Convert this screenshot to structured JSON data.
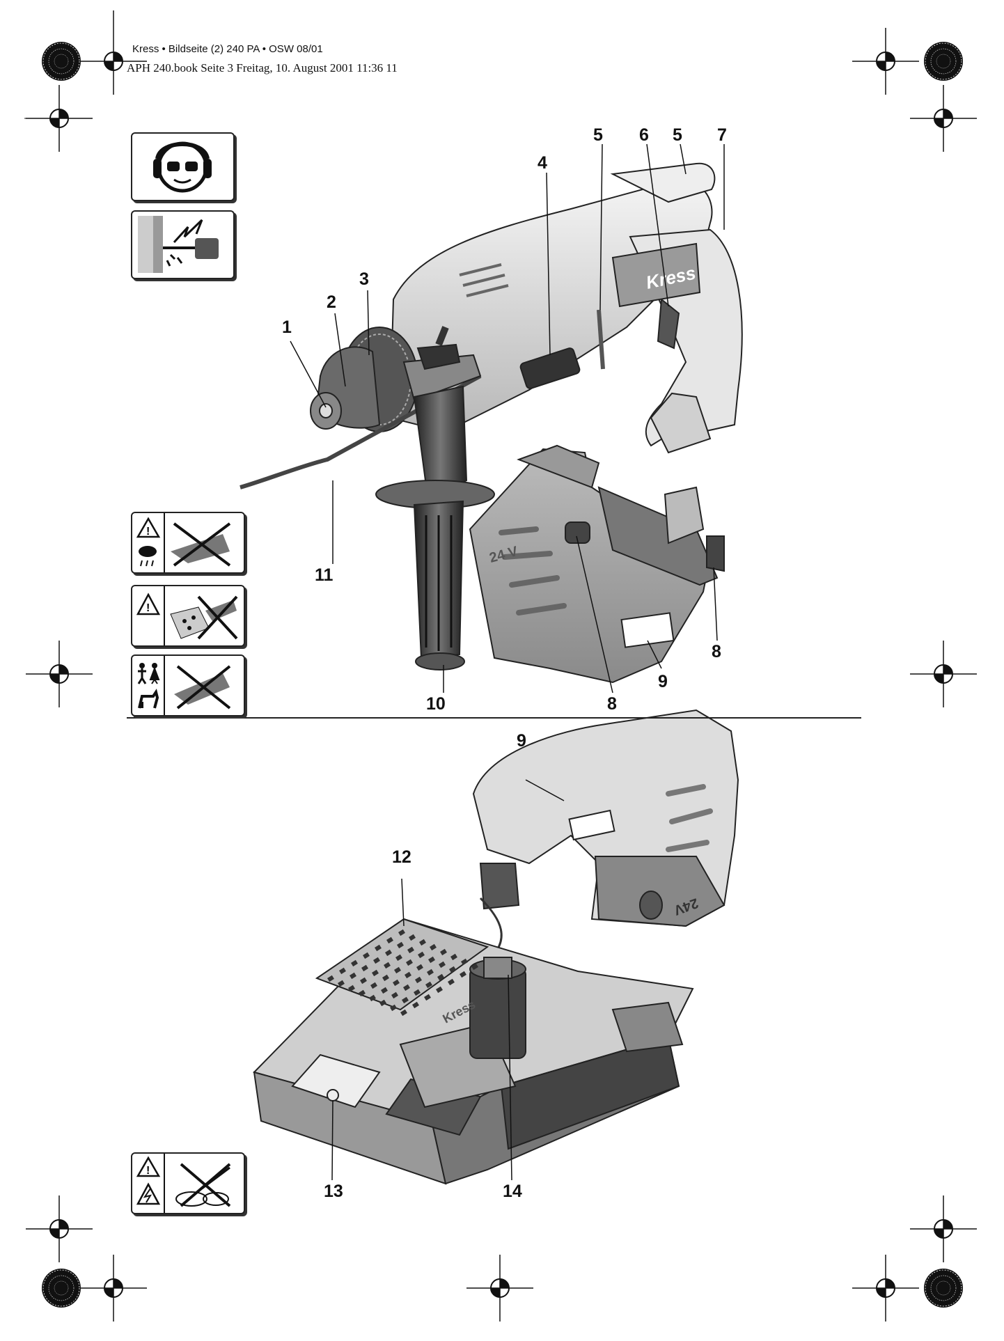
{
  "header": {
    "line1": "Kress • Bildseite (2)  240 PA • OSW 08/01",
    "line2": "APH 240.book  Seite 3  Freitag, 10. August 2001  11:36 11"
  },
  "callouts": {
    "n1": "1",
    "n2": "2",
    "n3": "3",
    "n4": "4",
    "n5a": "5",
    "n6": "6",
    "n5b": "5",
    "n7": "7",
    "n8a": "8",
    "n8b": "8",
    "n9a": "9",
    "n10": "10",
    "n11": "11",
    "n9b": "9",
    "n12": "12",
    "n13": "13",
    "n14": "14"
  },
  "product": {
    "brand_tool": "Kress",
    "battery_voltage": "24 V",
    "battery_voltage_b": "24V",
    "brand_charger": "Kress"
  },
  "icons": {
    "safety_1": "ear-eye-protection-icon",
    "safety_2": "drilling-dust-icon",
    "warn_1": "no-rain-icon",
    "warn_2": "no-dust-material-icon",
    "warn_3": "keep-children-pets-away-icon",
    "warn_4": "no-electrical-contact-icon"
  }
}
